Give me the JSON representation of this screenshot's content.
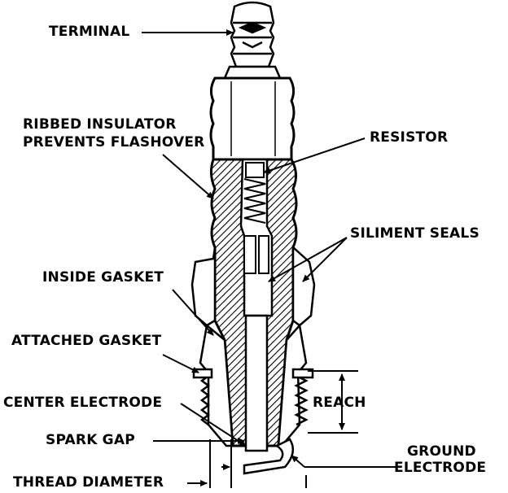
{
  "labels": {
    "terminal": "TERMINAL",
    "ribbed_line1": "RIBBED INSULATOR",
    "ribbed_line2": "PREVENTS FLASHOVER",
    "resistor": "RESISTOR",
    "siliment_seals": "SILIMENT SEALS",
    "inside_gasket": "INSIDE GASKET",
    "attached_gasket": "ATTACHED GASKET",
    "center_electrode": "CENTER ELECTRODE",
    "reach": "REACH",
    "spark_gap": "SPARK GAP",
    "ground_line1": "GROUND",
    "ground_line2": "ELECTRODE",
    "thread_diameter": "THREAD DIAMETER"
  }
}
